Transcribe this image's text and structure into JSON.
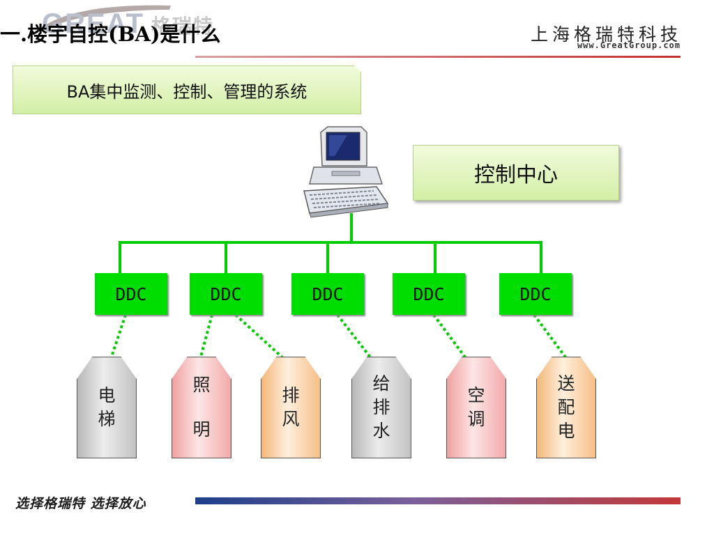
{
  "header": {
    "title": "一.楼宇自控(BA)是什么",
    "logo_text": "GREAT",
    "logo_cn": "格瑞特",
    "company_name": "上海格瑞特科技",
    "company_url": "www.GreatGroup.com"
  },
  "summary": "BA集中监测、控制、管理的系统",
  "control_center": "控制中心",
  "ddc_label": "DDC",
  "ddc_units": [
    "DDC",
    "DDC",
    "DDC",
    "DDC",
    "DDC"
  ],
  "devices": [
    {
      "label": [
        "电",
        "梯"
      ],
      "color": "gray"
    },
    {
      "label": [
        "照",
        "明"
      ],
      "color": "pink"
    },
    {
      "label": [
        "排",
        "风"
      ],
      "color": "orange"
    },
    {
      "label": [
        "给",
        "排",
        "水"
      ],
      "color": "gray"
    },
    {
      "label": [
        "空",
        "调"
      ],
      "color": "pink"
    },
    {
      "label": [
        "送",
        "配",
        "电"
      ],
      "color": "orange"
    }
  ],
  "footer": {
    "slogan": "选择格瑞特 选择放心"
  },
  "colors": {
    "bus_green": "#00cc00",
    "ddc_green": "#00dd00",
    "header_rule": "#c43030",
    "footer_bar_start": "#1c3f8a",
    "footer_bar_end": "#c23838"
  },
  "icons": {
    "computer": "computer-workstation-icon"
  }
}
